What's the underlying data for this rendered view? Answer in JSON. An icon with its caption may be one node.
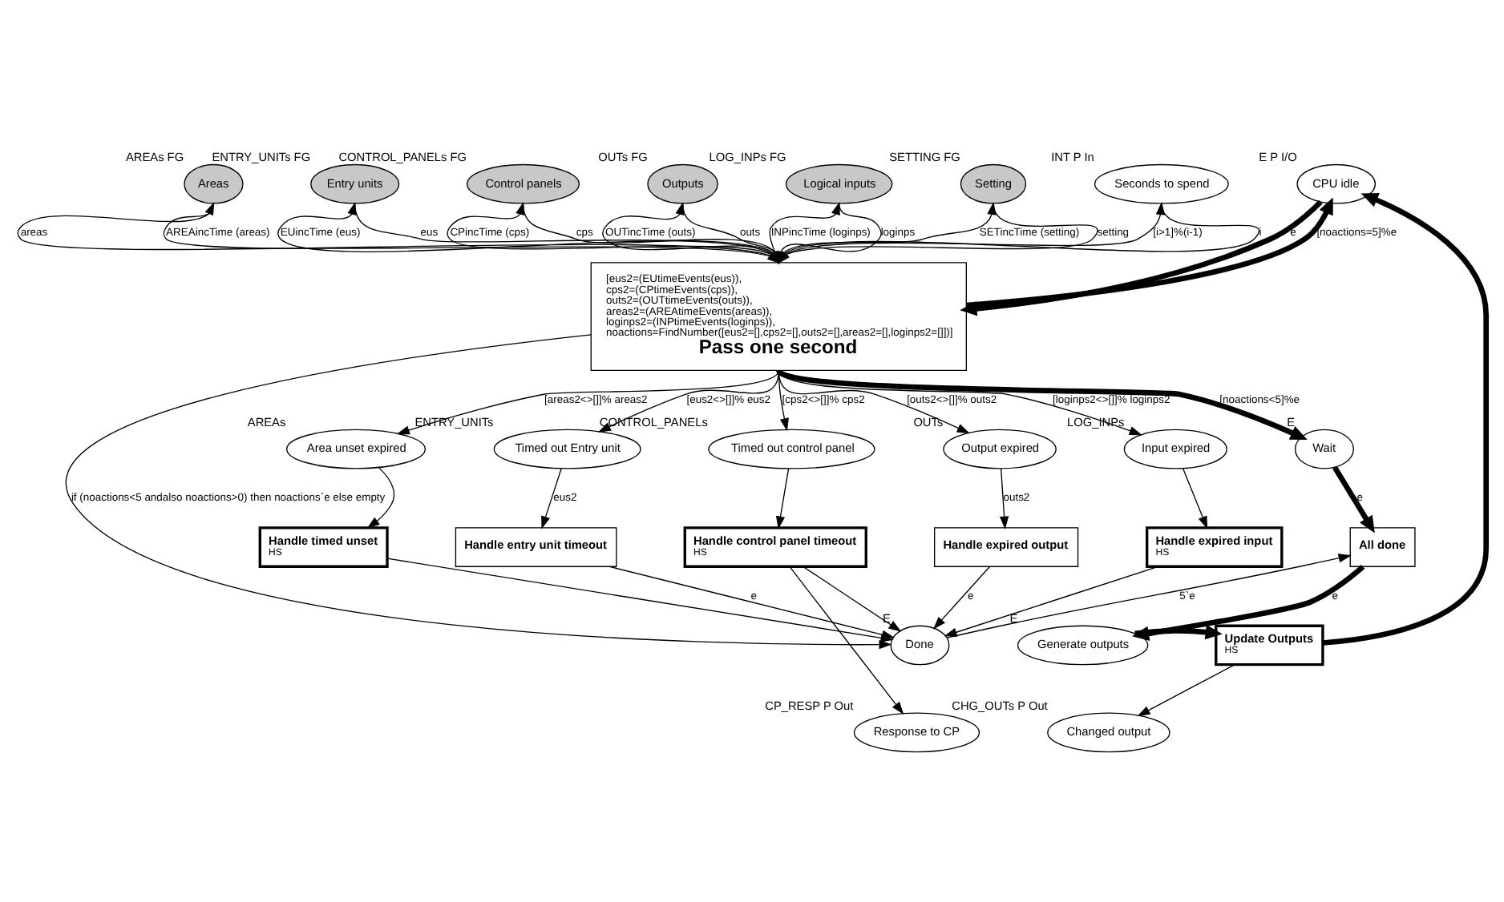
{
  "diagram": {
    "nodes": [
      {
        "text": [
          "Areas"
        ],
        "beside": [
          "AREAs",
          "FG"
        ]
      },
      {
        "text": [
          "Entry units"
        ],
        "beside": [
          "ENTRY_UNITs",
          "FG"
        ]
      },
      {
        "text": [
          "Control panels"
        ],
        "beside": [
          "CONTROL_PANELs",
          "FG"
        ]
      },
      {
        "text": [
          "Outputs"
        ],
        "beside": [
          "OUTs",
          "FG"
        ]
      },
      {
        "text": [
          "Logical inputs"
        ],
        "beside": [
          "LOG_INPs",
          "FG"
        ]
      },
      {
        "text": [
          "Setting"
        ],
        "beside": [
          "SETTING",
          "FG"
        ]
      },
      {
        "text": [
          "Seconds to spend"
        ],
        "beside": [
          "INT",
          "P",
          "In"
        ]
      },
      {
        "text": [
          "CPU idle"
        ],
        "beside": [
          "E",
          "P",
          "I/O"
        ]
      },
      {
        "text": [
          "[eus2=(EUtimeEvents(eus)), cps2=(CPtimeEvents(cps)), outs2=(OUTtimeEvents(outs)), areas2=(AREAtimeEvents(areas)), loginps2=(INPtimeEvents(loginps)), noactions=FindNumber([eus2=[],cps2=[],outs2=[],areas2=[],loginps2=[]])]",
          "Pass one second"
        ]
      },
      {
        "text": [
          "Area unset expired"
        ],
        "beside": [
          "AREAs"
        ]
      },
      {
        "text": [
          "Timed out Entry unit"
        ],
        "beside": [
          "ENTRY_UNITs"
        ]
      },
      {
        "text": [
          "Timed out control panel"
        ],
        "beside": [
          "CONTROL_PANELs"
        ]
      },
      {
        "text": [
          "Output expired"
        ],
        "beside": [
          "OUTs"
        ]
      },
      {
        "text": [
          "Input expired"
        ],
        "beside": [
          "LOG_INPs"
        ]
      },
      {
        "text": [
          "Wait"
        ],
        "beside": [
          "E"
        ]
      },
      {
        "text": [
          "Handle timed unset",
          "HS"
        ]
      },
      {
        "text": [
          "Handle entry unit timeout"
        ]
      },
      {
        "text": [
          "Handle control panel timeout",
          "HS"
        ]
      },
      {
        "text": [
          "Handle expired output"
        ]
      },
      {
        "text": [
          "Handle expired input",
          "HS"
        ]
      },
      {
        "text": [
          "All done"
        ]
      },
      {
        "text": [
          "Done"
        ],
        "beside": [
          "E"
        ]
      },
      {
        "text": [
          "Generate outputs"
        ],
        "beside": [
          "E"
        ]
      },
      {
        "text": [
          "Update Outputs",
          "HS"
        ]
      },
      {
        "text": [
          "Response to CP"
        ],
        "beside": [
          "CP_RESP",
          "P",
          "Out"
        ]
      },
      {
        "text": [
          "Changed output"
        ],
        "beside": [
          "CHG_OUTs",
          "P",
          "Out"
        ]
      }
    ],
    "edges": [
      {
        "from": 0,
        "to": 8,
        "arrow": "to",
        "label": "areas"
      },
      {
        "from": 8,
        "to": 0,
        "arrow": "to",
        "label": "AREAincTime (areas)"
      },
      {
        "from": 1,
        "to": 8,
        "arrow": "to",
        "label": "eus"
      },
      {
        "from": 8,
        "to": 1,
        "arrow": "to",
        "label": "EUincTime (eus)"
      },
      {
        "from": 2,
        "to": 8,
        "arrow": "to",
        "label": "cps"
      },
      {
        "from": 8,
        "to": 2,
        "arrow": "to",
        "label": "CPincTime (cps)"
      },
      {
        "from": 3,
        "to": 8,
        "arrow": "to",
        "label": "outs"
      },
      {
        "from": 8,
        "to": 3,
        "arrow": "to",
        "label": "OUTincTime (outs)"
      },
      {
        "from": 4,
        "to": 8,
        "arrow": "to",
        "label": "loginps"
      },
      {
        "from": 8,
        "to": 4,
        "arrow": "to",
        "label": "INPincTime (loginps)"
      },
      {
        "from": 5,
        "to": 8,
        "arrow": "to",
        "label": "setting"
      },
      {
        "from": 8,
        "to": 5,
        "arrow": "to",
        "label": "SETincTime (setting)"
      },
      {
        "from": 6,
        "to": 8,
        "arrow": "to",
        "label": "i"
      },
      {
        "from": 8,
        "to": 6,
        "arrow": "to",
        "label": "[i>1]%(i-1)"
      },
      {
        "from": 7,
        "to": 8,
        "arrow": "to",
        "label": "e",
        "style": "thick"
      },
      {
        "from": 8,
        "to": 9,
        "arrow": "to",
        "label": "[areas2<>[]]% areas2"
      },
      {
        "from": 8,
        "to": 10,
        "arrow": "to",
        "label": "[eus2<>[]]% eus2"
      },
      {
        "from": 8,
        "to": 11,
        "arrow": "to",
        "label": "[cps2<>[]]% cps2"
      },
      {
        "from": 8,
        "to": 12,
        "arrow": "to",
        "label": "[outs2<>[]]% outs2"
      },
      {
        "from": 8,
        "to": 13,
        "arrow": "to",
        "label": "[loginps2<>[]]% loginps2"
      },
      {
        "from": 8,
        "to": 21,
        "arrow": "to",
        "label": "if (noactions<5 andalso noactions>0) then noactions`e else empty"
      },
      {
        "from": 8,
        "to": 7,
        "arrow": "to",
        "label": "[noactions=5]%e",
        "style": "thick"
      },
      {
        "from": 8,
        "to": 14,
        "arrow": "to",
        "label": "[noactions<5]%e",
        "style": "thick"
      },
      {
        "from": 9,
        "to": 15,
        "arrow": "to"
      },
      {
        "from": 10,
        "to": 16,
        "arrow": "to",
        "label": "eus2"
      },
      {
        "from": 11,
        "to": 17,
        "arrow": "to"
      },
      {
        "from": 12,
        "to": 18,
        "arrow": "to",
        "label": "outs2"
      },
      {
        "from": 13,
        "to": 19,
        "arrow": "to"
      },
      {
        "from": 15,
        "to": 21,
        "arrow": "to"
      },
      {
        "from": 16,
        "to": 21,
        "arrow": "to",
        "label": "e"
      },
      {
        "from": 17,
        "to": 21,
        "arrow": "to"
      },
      {
        "from": 18,
        "to": 21,
        "arrow": "to",
        "label": "e"
      },
      {
        "from": 19,
        "to": 21,
        "arrow": "to"
      },
      {
        "from": 17,
        "to": 24,
        "arrow": "to"
      },
      {
        "from": 21,
        "to": 20,
        "arrow": "to",
        "label": "5`e"
      },
      {
        "from": 14,
        "to": 20,
        "arrow": "to",
        "label": "e",
        "style": "thick"
      },
      {
        "from": 20,
        "to": 22,
        "arrow": "to",
        "label": "e",
        "style": "thick"
      },
      {
        "from": 22,
        "to": 23,
        "arrow": "to",
        "style": "thick"
      },
      {
        "from": 23,
        "to": 7,
        "arrow": "to",
        "style": "thick"
      },
      {
        "from": 23,
        "to": 25,
        "arrow": "to"
      }
    ]
  }
}
